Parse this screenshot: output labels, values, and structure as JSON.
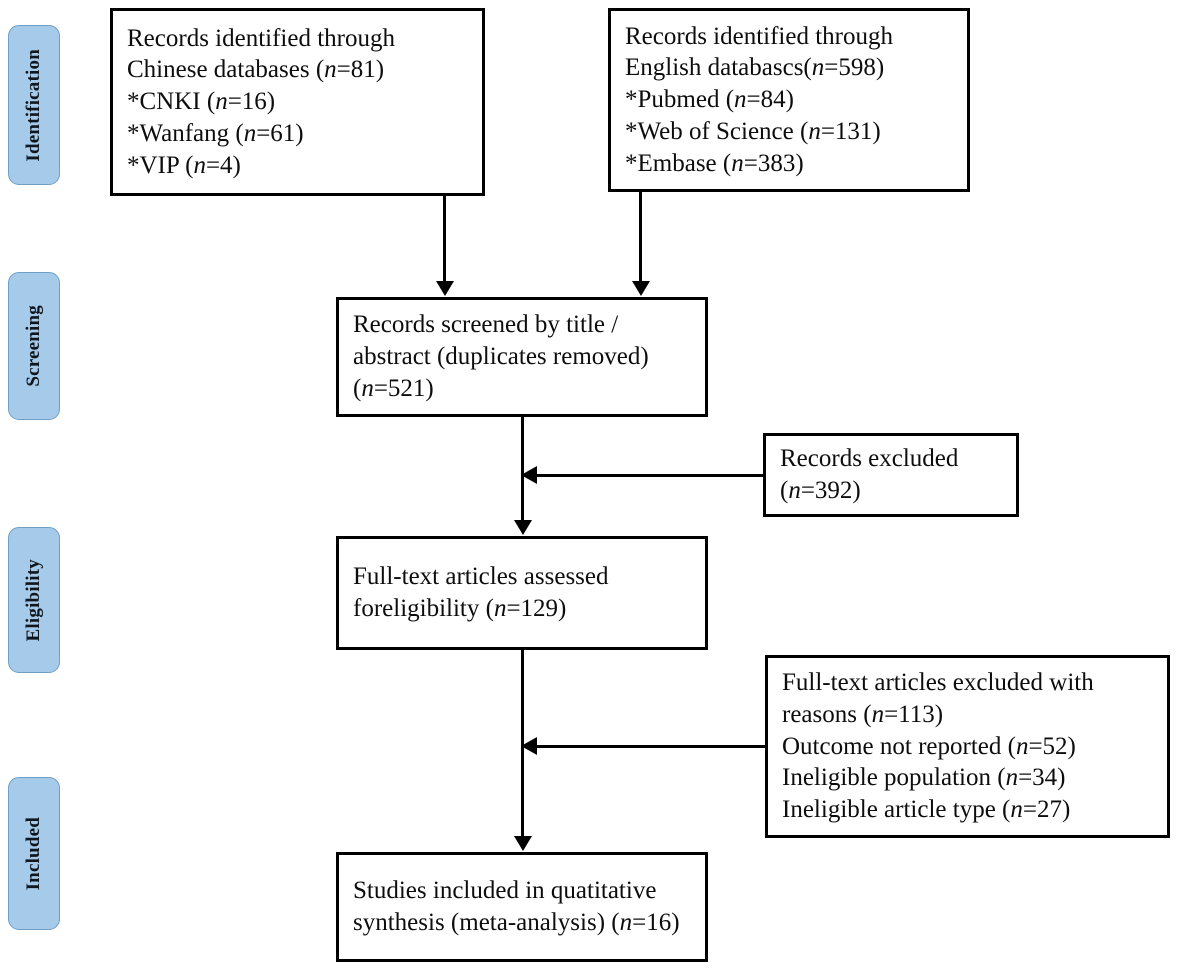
{
  "diagram": {
    "title": "PRISMA study selection flow diagram",
    "accent_blue": "#a6cbea",
    "accent_blue_border": "#6f9fc4",
    "line_color": "#000000"
  },
  "stages": [
    {
      "id": "identification",
      "label": "Identification"
    },
    {
      "id": "screening",
      "label": "Screening"
    },
    {
      "id": "eligibility",
      "label": "Eligibility"
    },
    {
      "id": "included",
      "label": "Included"
    }
  ],
  "boxes": {
    "chinese_databases": {
      "lines": [
        "Records identified through",
        "Chinese databases (n=81)",
        "*CNKI (n=16)",
        "*Wanfang (n=61)",
        "*VIP (n=4)"
      ],
      "line1": "Records identified through",
      "line2_pre": "Chinese databases (",
      "line2_n": "n",
      "line2_post": "=81)",
      "line3_pre": "*CNKI (",
      "line3_n": "n",
      "line3_post": "=16)",
      "line4_pre": "*Wanfang (",
      "line4_n": "n",
      "line4_post": "=61)",
      "line5_pre": "*VIP (",
      "line5_n": "n",
      "line5_post": "=4)"
    },
    "english_databases": {
      "lines": [
        "Records identified through",
        "English databascs(n=598)",
        "*Pubmed (n=84)",
        "*Web of Science (n=131)",
        "*Embase (n=383)"
      ],
      "line1": "Records identified through",
      "line2_pre": "English databascs(",
      "line2_n": "n",
      "line2_post": "=598)",
      "line3_pre": "*Pubmed (",
      "line3_n": "n",
      "line3_post": "=84)",
      "line4_pre": "*Web of Science (",
      "line4_n": "n",
      "line4_post": "=131)",
      "line5_pre": "*Embase (",
      "line5_n": "n",
      "line5_post": "=383)"
    },
    "records_screened": {
      "lines": [
        "Records screened by title /",
        "abstract (duplicates removed)",
        "(n=521)"
      ],
      "line1": "Records screened by title /",
      "line2": "abstract (duplicates removed)",
      "line3_pre": "(",
      "line3_n": "n",
      "line3_post": "=521)"
    },
    "records_excluded": {
      "lines": [
        "Records excluded",
        "(n=392)"
      ],
      "line1": "Records excluded",
      "line2_pre": "(",
      "line2_n": "n",
      "line2_post": "=392)"
    },
    "fulltext_assessed": {
      "lines": [
        "Full-text articles assessed",
        "foreligibility (n=129)"
      ],
      "line1": "Full-text articles assessed",
      "line2_pre": "foreligibility (",
      "line2_n": "n",
      "line2_post": "=129)"
    },
    "fulltext_excluded": {
      "lines": [
        "Full-text articles excluded with",
        "reasons (n=113)",
        "Outcome not reported (n=52)",
        "Ineligible population (n=34)",
        "Ineligible article type (n=27)"
      ],
      "line1": "Full-text articles excluded with",
      "line2_pre": "reasons (",
      "line2_n": "n",
      "line2_post": "=113)",
      "line3_pre": "Outcome not reported (",
      "line3_n": "n",
      "line3_post": "=52)",
      "line4_pre": "Ineligible population (",
      "line4_n": "n",
      "line4_post": "=34)",
      "line5_pre": "Ineligible article type (",
      "line5_n": "n",
      "line5_post": "=27)"
    },
    "studies_included": {
      "lines": [
        "Studies included in quatitative",
        "synthesis (meta-analysis) (n=16)"
      ],
      "line1": "Studies included in quatitative",
      "line2_pre": "synthesis (meta-analysis) (",
      "line2_n": "n",
      "line2_post": "=16)"
    }
  },
  "counts": {
    "chinese_total": 81,
    "cnki": 16,
    "wanfang": 61,
    "vip": 4,
    "english_total": 598,
    "pubmed": 84,
    "web_of_science": 131,
    "embase": 383,
    "screened": 521,
    "records_excluded": 392,
    "fulltext_assessed": 129,
    "fulltext_excluded": 113,
    "outcome_not_reported": 52,
    "ineligible_population": 34,
    "ineligible_article_type": 27,
    "studies_included": 16
  }
}
